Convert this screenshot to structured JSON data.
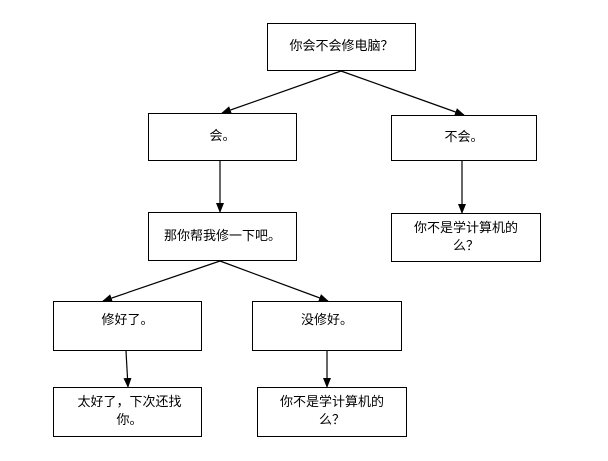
{
  "diagram": {
    "nodes": {
      "root": "你会不会修电脑？",
      "yes": "会。",
      "no": "不会。",
      "help": "那你帮我修一下吧。",
      "no_reply": [
        "你不是学计算机的",
        "么？"
      ],
      "fixed": "修好了。",
      "not_fixed": "没修好。",
      "fixed_reply": "太好了，下次还找你。",
      "not_fixed_reply": [
        "你不是学计算机的",
        "么？"
      ]
    },
    "colors": {
      "line": "#000000",
      "box_border": "#000000",
      "background": "#ffffff"
    }
  }
}
